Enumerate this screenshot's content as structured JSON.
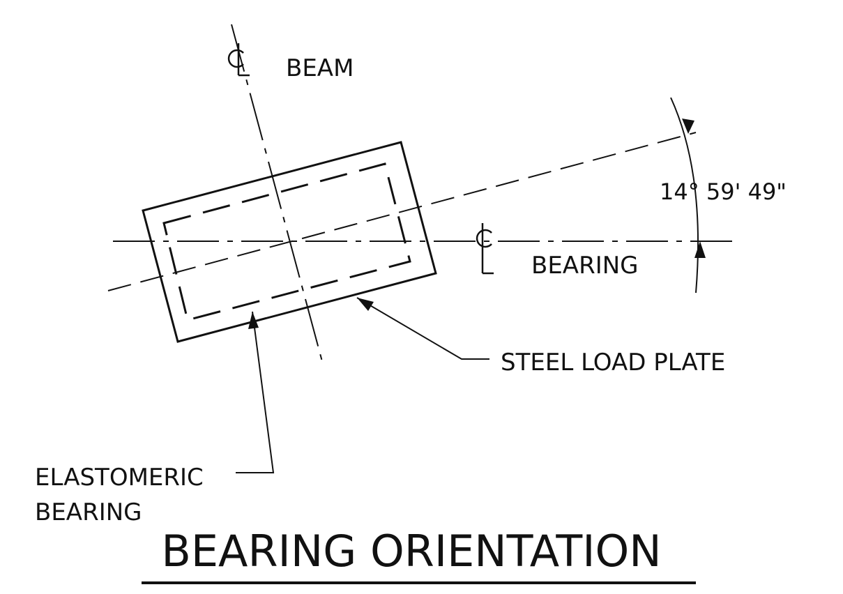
{
  "labels": {
    "beam": "BEAM",
    "bearing_cl": "BEARING",
    "angle": "14° 59' 49\"",
    "steel_load_plate": "STEEL LOAD PLATE",
    "elastomeric_line1": "ELASTOMERIC",
    "elastomeric_line2": "BEARING",
    "title": "BEARING ORIENTATION"
  },
  "colors": {
    "ink": "#111111",
    "background": "#ffffff"
  }
}
